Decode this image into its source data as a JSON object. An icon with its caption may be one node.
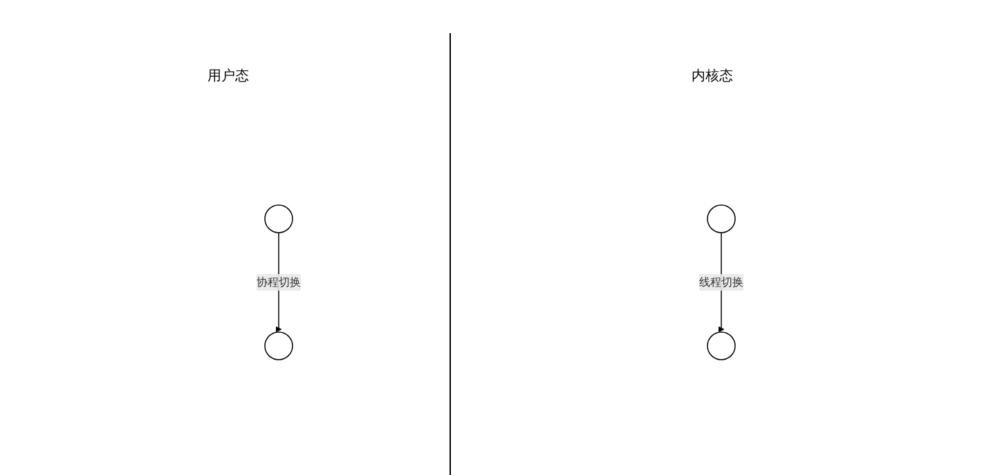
{
  "diagram": {
    "nodes": [
      {
        "text": [],
        "shape": "circle"
      },
      {
        "text": [],
        "shape": "circle"
      },
      {
        "text": [],
        "shape": "circle"
      },
      {
        "text": [],
        "shape": "circle"
      }
    ],
    "edges": [
      {
        "from": 0,
        "to": 1,
        "arrow": "to",
        "label": "协程切换"
      },
      {
        "from": 2,
        "to": 3,
        "arrow": "to",
        "label": "线程切换"
      }
    ],
    "labels": [
      "用户态",
      "内核态"
    ]
  }
}
